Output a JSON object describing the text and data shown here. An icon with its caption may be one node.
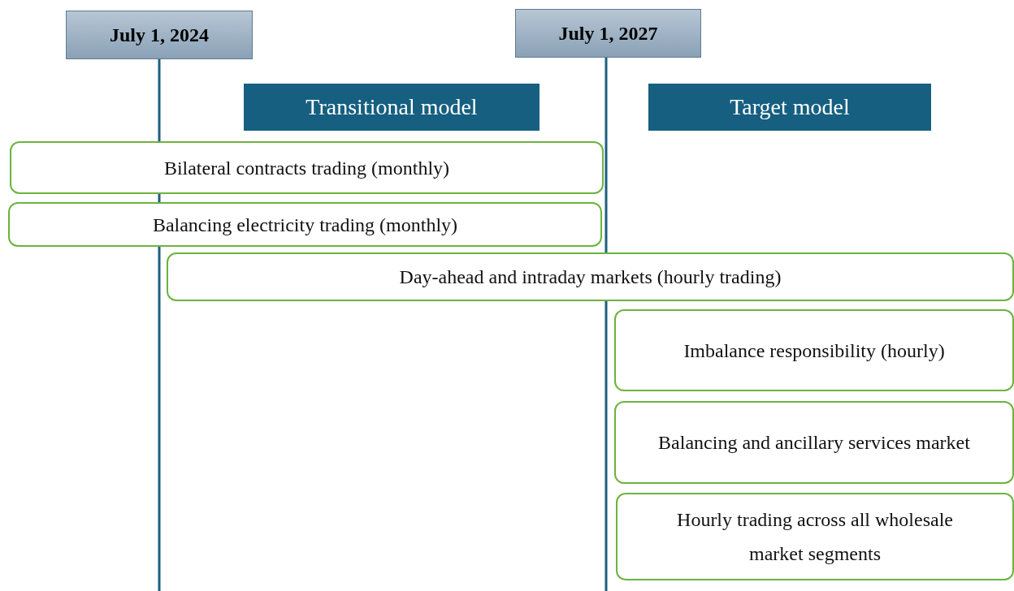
{
  "diagram": {
    "nodes": [
      {
        "text": [
          "July 1, 2024"
        ]
      },
      {
        "text": [
          "July 1, 2027"
        ]
      },
      {
        "text": [
          "Transitional model"
        ]
      },
      {
        "text": [
          "Target model"
        ]
      },
      {
        "text": [
          "Bilateral contracts trading (monthly)"
        ]
      },
      {
        "text": [
          "Balancing electricity trading (monthly)"
        ]
      },
      {
        "text": [
          "Day-ahead and intraday markets (hourly trading)"
        ]
      },
      {
        "text": [
          "Imbalance responsibility (hourly)"
        ]
      },
      {
        "text": [
          "Balancing and ancillary services market"
        ]
      },
      {
        "text": [
          "Hourly trading across all wholesale market segments"
        ]
      }
    ],
    "edges": [
      {
        "from": 0,
        "to": null,
        "arrow": "none"
      },
      {
        "from": 1,
        "to": null,
        "arrow": "none"
      }
    ]
  }
}
